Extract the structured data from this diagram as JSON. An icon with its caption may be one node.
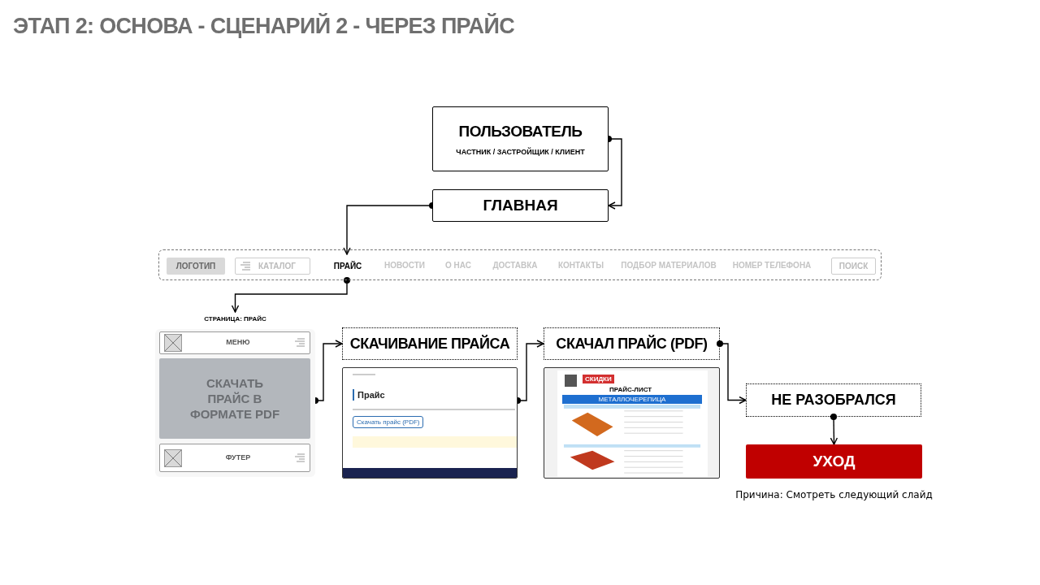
{
  "diagram": {
    "title": "ЭТАП 2: ОСНОВА - СЦЕНАРИЙ 2 - ЧЕРЕЗ ПРАЙС",
    "nodes": [
      {
        "text": [
          "ПОЛЬЗОВАТЕЛЬ",
          "ЧАСТНИК / ЗАСТРОЙЩИК / КЛИЕНТ"
        ]
      },
      {
        "text": [
          "ГЛАВНАЯ"
        ]
      },
      {
        "text": [],
        "shape": "box"
      },
      {
        "text": [
          "ЛОГОТИП"
        ],
        "in": 2
      },
      {
        "text": [
          "КАТАЛОГ"
        ],
        "in": 2
      },
      {
        "text": [
          "ПРАЙС"
        ],
        "in": 2
      },
      {
        "text": [
          "ПОИСК"
        ],
        "in": 2
      },
      {
        "text": [],
        "shape": "box",
        "beside": [
          "СТРАНИЦА: ПРАЙС"
        ]
      },
      {
        "text": [
          "МЕНЮ"
        ],
        "in": 7
      },
      {
        "text": [
          "СКАЧАТЬ ПРАЙС В ФОРМАТЕ PDF"
        ],
        "in": 7
      },
      {
        "text": [
          "ФУТЕР"
        ],
        "in": 7
      },
      {
        "text": [
          "СКАЧИВАНИЕ ПРАЙСА"
        ]
      },
      {
        "text": [
          "Прайс",
          "Скачать прайс (PDF)"
        ]
      },
      {
        "text": [
          "СКАЧАЛ ПРАЙС (PDF)"
        ]
      },
      {
        "text": [
          "СКИДКИ",
          "ПРАЙС-ЛИСТ",
          "МЕТАЛЛОЧЕРЕПИЦА"
        ]
      },
      {
        "text": [
          "НЕ РАЗОБРАЛСЯ"
        ]
      },
      {
        "text": [
          "УХОД"
        ],
        "beside": [
          "Причина: Смотреть следующий слайд"
        ]
      }
    ],
    "edges": [
      {
        "from": 0,
        "to": 1,
        "arrow": "to"
      },
      {
        "from": 1,
        "to": 5,
        "arrow": "to"
      },
      {
        "from": 5,
        "to": 7,
        "arrow": "to"
      },
      {
        "from": 7,
        "to": 11,
        "arrow": "to"
      },
      {
        "from": 12,
        "to": 13,
        "arrow": "to"
      },
      {
        "from": 13,
        "to": 15,
        "arrow": "to"
      },
      {
        "from": 15,
        "to": 16,
        "arrow": "to"
      }
    ],
    "labels": [
      "НОВОСТИ",
      "О НАС",
      "ДОСТАВКА",
      "КОНТАКТЫ",
      "ПОДБОР МАТЕРИАЛОВ",
      "НОМЕР ТЕЛЕФОНА"
    ]
  }
}
